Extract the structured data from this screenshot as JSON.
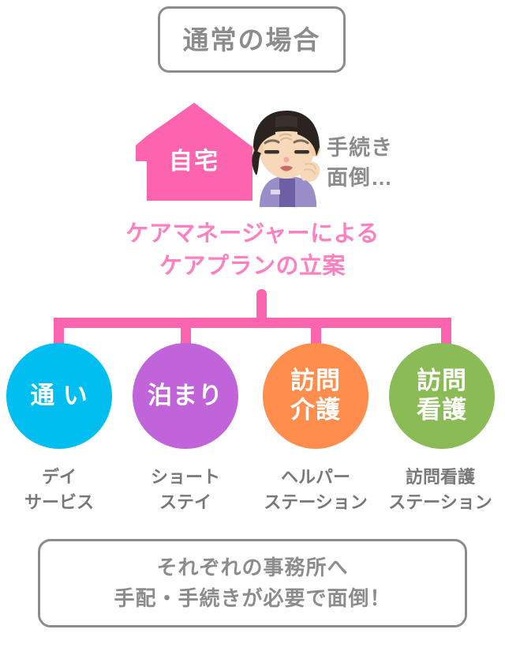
{
  "title": {
    "label": "通常の場合"
  },
  "home": {
    "label": "自宅",
    "color": "#fc64af"
  },
  "worry": {
    "line1": "手続き",
    "line2": "面倒…",
    "color": "#8c8c8c"
  },
  "plan": {
    "line1": "ケアマネージャーによる",
    "line2": "ケアプランの立案",
    "color": "#ff80c0"
  },
  "connector": {
    "color": "#fc64af"
  },
  "services": [
    {
      "circle_label": "通 い",
      "sub_label": "デイ\nサービス",
      "color": "#00bff0"
    },
    {
      "circle_label": "泊まり",
      "sub_label": "ショート\nステイ",
      "color": "#c163d9"
    },
    {
      "circle_label": "訪問\n介護",
      "sub_label": "ヘルパー\nステーション",
      "color": "#ff8d4d"
    },
    {
      "circle_label": "訪問\n看護",
      "sub_label": "訪問看護\nステーション",
      "color": "#8abb56"
    }
  ],
  "footer": {
    "text": "それぞれの事務所へ\n手配・手続きが必要で面倒！"
  }
}
